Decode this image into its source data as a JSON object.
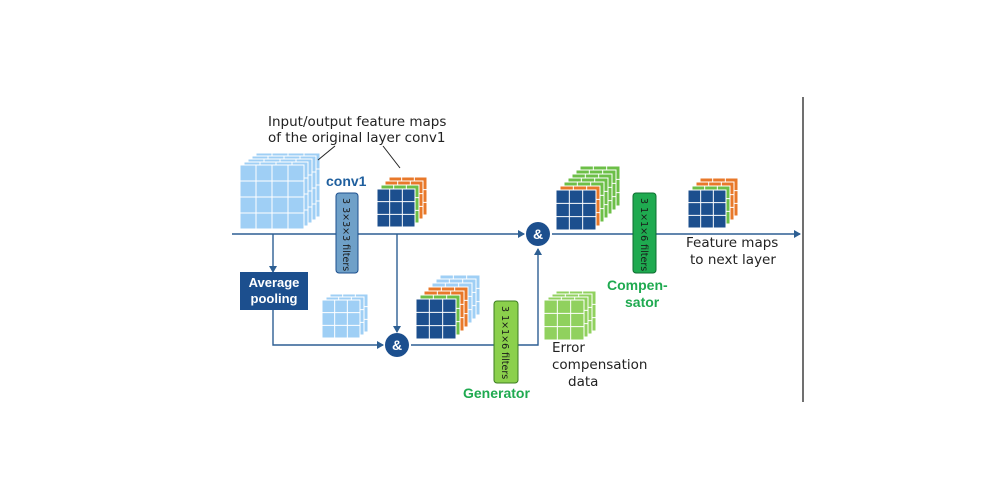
{
  "labels": {
    "original_layer": [
      "Input/output feature maps",
      "of the original layer conv1"
    ],
    "conv1": "conv1",
    "conv1_filters": "3 3×3×3 filters",
    "average_pooling": [
      "Average",
      "pooling"
    ],
    "generator_filters": "3 1×1×6 filters",
    "generator": "Generator",
    "error_data": [
      "Error",
      "compensation",
      "data"
    ],
    "compensator_filters": "3 1×1×6 filters",
    "compensator": [
      "Compen-",
      "sator"
    ],
    "output": [
      "Feature maps",
      "to next layer"
    ],
    "concat_symbol": "&"
  },
  "colors": {
    "light_blue": "#9fcff5",
    "grid_line": "#ffffff",
    "dark_blue": "#1c4f8e",
    "orange": "#e8782a",
    "green": "#6cbf47",
    "light_green": "#90d15e",
    "filter_blue": "#6fa0c8",
    "filter_green": "#8bd04c",
    "filter_dark_green": "#1faa50",
    "arrow": "#2d5f93",
    "pool_box": "#1c4f8e",
    "concat_node": "#1c4f8e"
  }
}
